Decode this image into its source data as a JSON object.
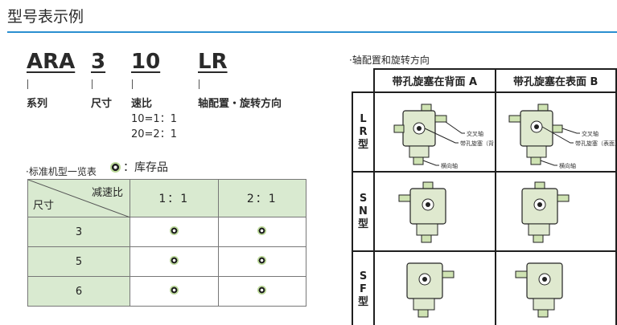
{
  "page": {
    "title": "型号表示例"
  },
  "model_code": {
    "segments": [
      {
        "code": "ARA",
        "label": "系列"
      },
      {
        "code": "3",
        "label": "尺寸"
      },
      {
        "code": "10",
        "label": "速比"
      },
      {
        "code": "LR",
        "label": "轴配置・旋转方向"
      }
    ],
    "ratio_notes": [
      "10=1：1",
      "20=2：1"
    ]
  },
  "standard_table": {
    "caption": "·标准机型一览表",
    "stock_legend": "：库存品",
    "header_ratio": "减速比",
    "header_size": "尺寸",
    "columns": [
      "1：1",
      "2：1"
    ],
    "rows": [
      {
        "size": "3",
        "cells": [
          "stock",
          "stock"
        ]
      },
      {
        "size": "5",
        "cells": [
          "stock",
          "stock"
        ]
      },
      {
        "size": "6",
        "cells": [
          "stock",
          "stock"
        ]
      }
    ],
    "colors": {
      "header_bg": "#d9ead0",
      "ring_green": "#b9d796"
    }
  },
  "axis_table": {
    "caption": "·轴配置和旋转方向",
    "columns": [
      "带孔旋塞在背面 A",
      "带孔旋塞在表面 B"
    ],
    "rows": [
      {
        "label": [
          "L",
          "R",
          "型"
        ],
        "key": "LR"
      },
      {
        "label": [
          "S",
          "N",
          "型"
        ],
        "key": "SN"
      },
      {
        "label": [
          "S",
          "F",
          "型"
        ],
        "key": "SF"
      }
    ],
    "callouts": {
      "cross_shaft": "交叉轴",
      "plug_back": "带孔旋塞（背面）",
      "plug_front": "带孔旋塞（表面）",
      "horizontal_shaft": "横向轴"
    },
    "colors": {
      "body_fill": "#dfe9cf",
      "shaft_fill": "#cfe3b3"
    }
  }
}
